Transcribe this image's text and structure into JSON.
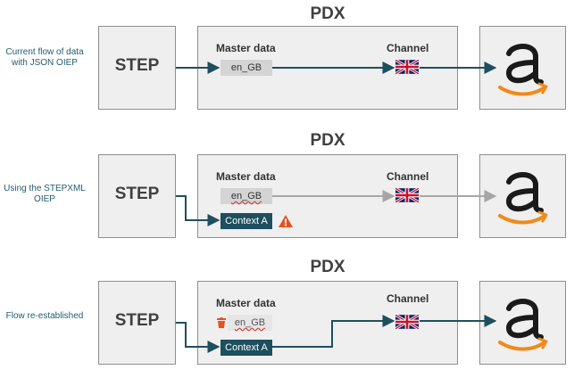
{
  "rows": [
    {
      "label": "Current flow of data with JSON OIEP",
      "pdx_title": "PDX",
      "step_label": "STEP",
      "master_data_label": "Master data",
      "channel_label": "Channel",
      "locale_label": "en_GB"
    },
    {
      "label": "Using the STEPXML OIEP",
      "pdx_title": "PDX",
      "step_label": "STEP",
      "master_data_label": "Master data",
      "channel_label": "Channel",
      "locale_label": "en_GB",
      "context_label": "Context A"
    },
    {
      "label": "Flow re-established",
      "pdx_title": "PDX",
      "step_label": "STEP",
      "master_data_label": "Master data",
      "channel_label": "Channel",
      "locale_label": "en_GB",
      "context_label": "Context A"
    }
  ],
  "icons": {
    "channel_flag": "uk-flag-icon",
    "warning": "warning-icon",
    "delete": "trash-icon",
    "destination": "amazon-logo-icon"
  },
  "colors": {
    "active_arrow": "#1d4f5e",
    "inactive_arrow": "#a6a6a6",
    "context_fill": "#1d4f5e",
    "warning": "#e8501e",
    "amazon_orange": "#f08a1c",
    "label_text": "#1f5d6b"
  }
}
